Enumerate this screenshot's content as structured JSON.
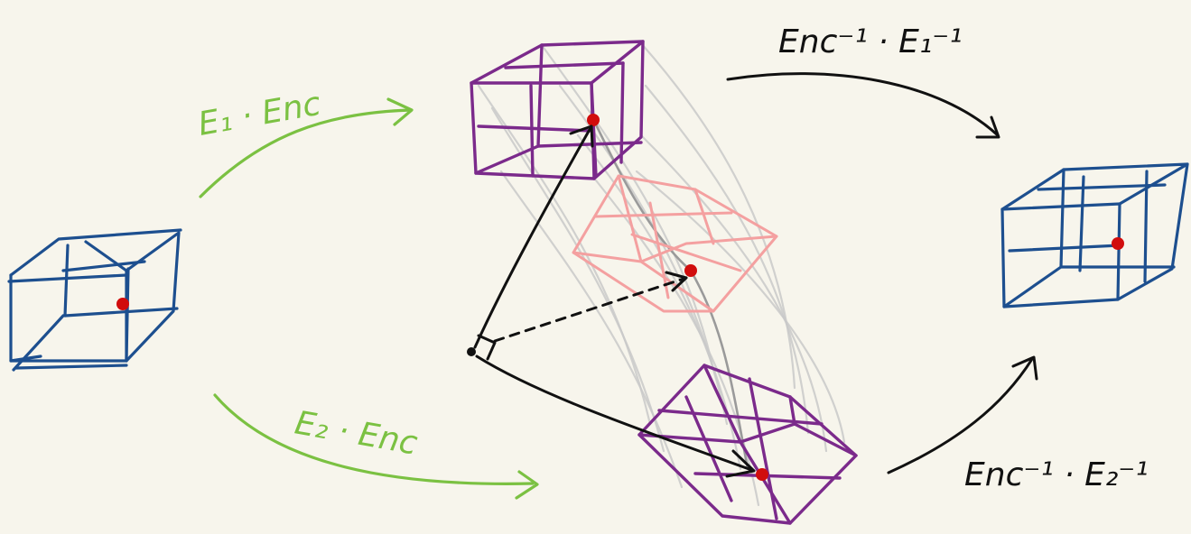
{
  "labels": {
    "e1_enc": "E₁ · Enc",
    "e2_enc": "E₂ · Enc",
    "enc_inv_e1_inv": "Enc⁻¹ · E₁⁻¹",
    "enc_inv_e2_inv": "Enc⁻¹ · E₂⁻¹"
  },
  "colors": {
    "background": "#f7f5ec",
    "input_cube": "#1d4f8f",
    "latent_cube": "#7b2a8b",
    "interpolated_cube": "#f4a0a0",
    "point": "#d10d0d",
    "forward_arrow": "#7bc142",
    "inverse_arrow": "#111111",
    "path_ghost": "#c9c9c9"
  }
}
